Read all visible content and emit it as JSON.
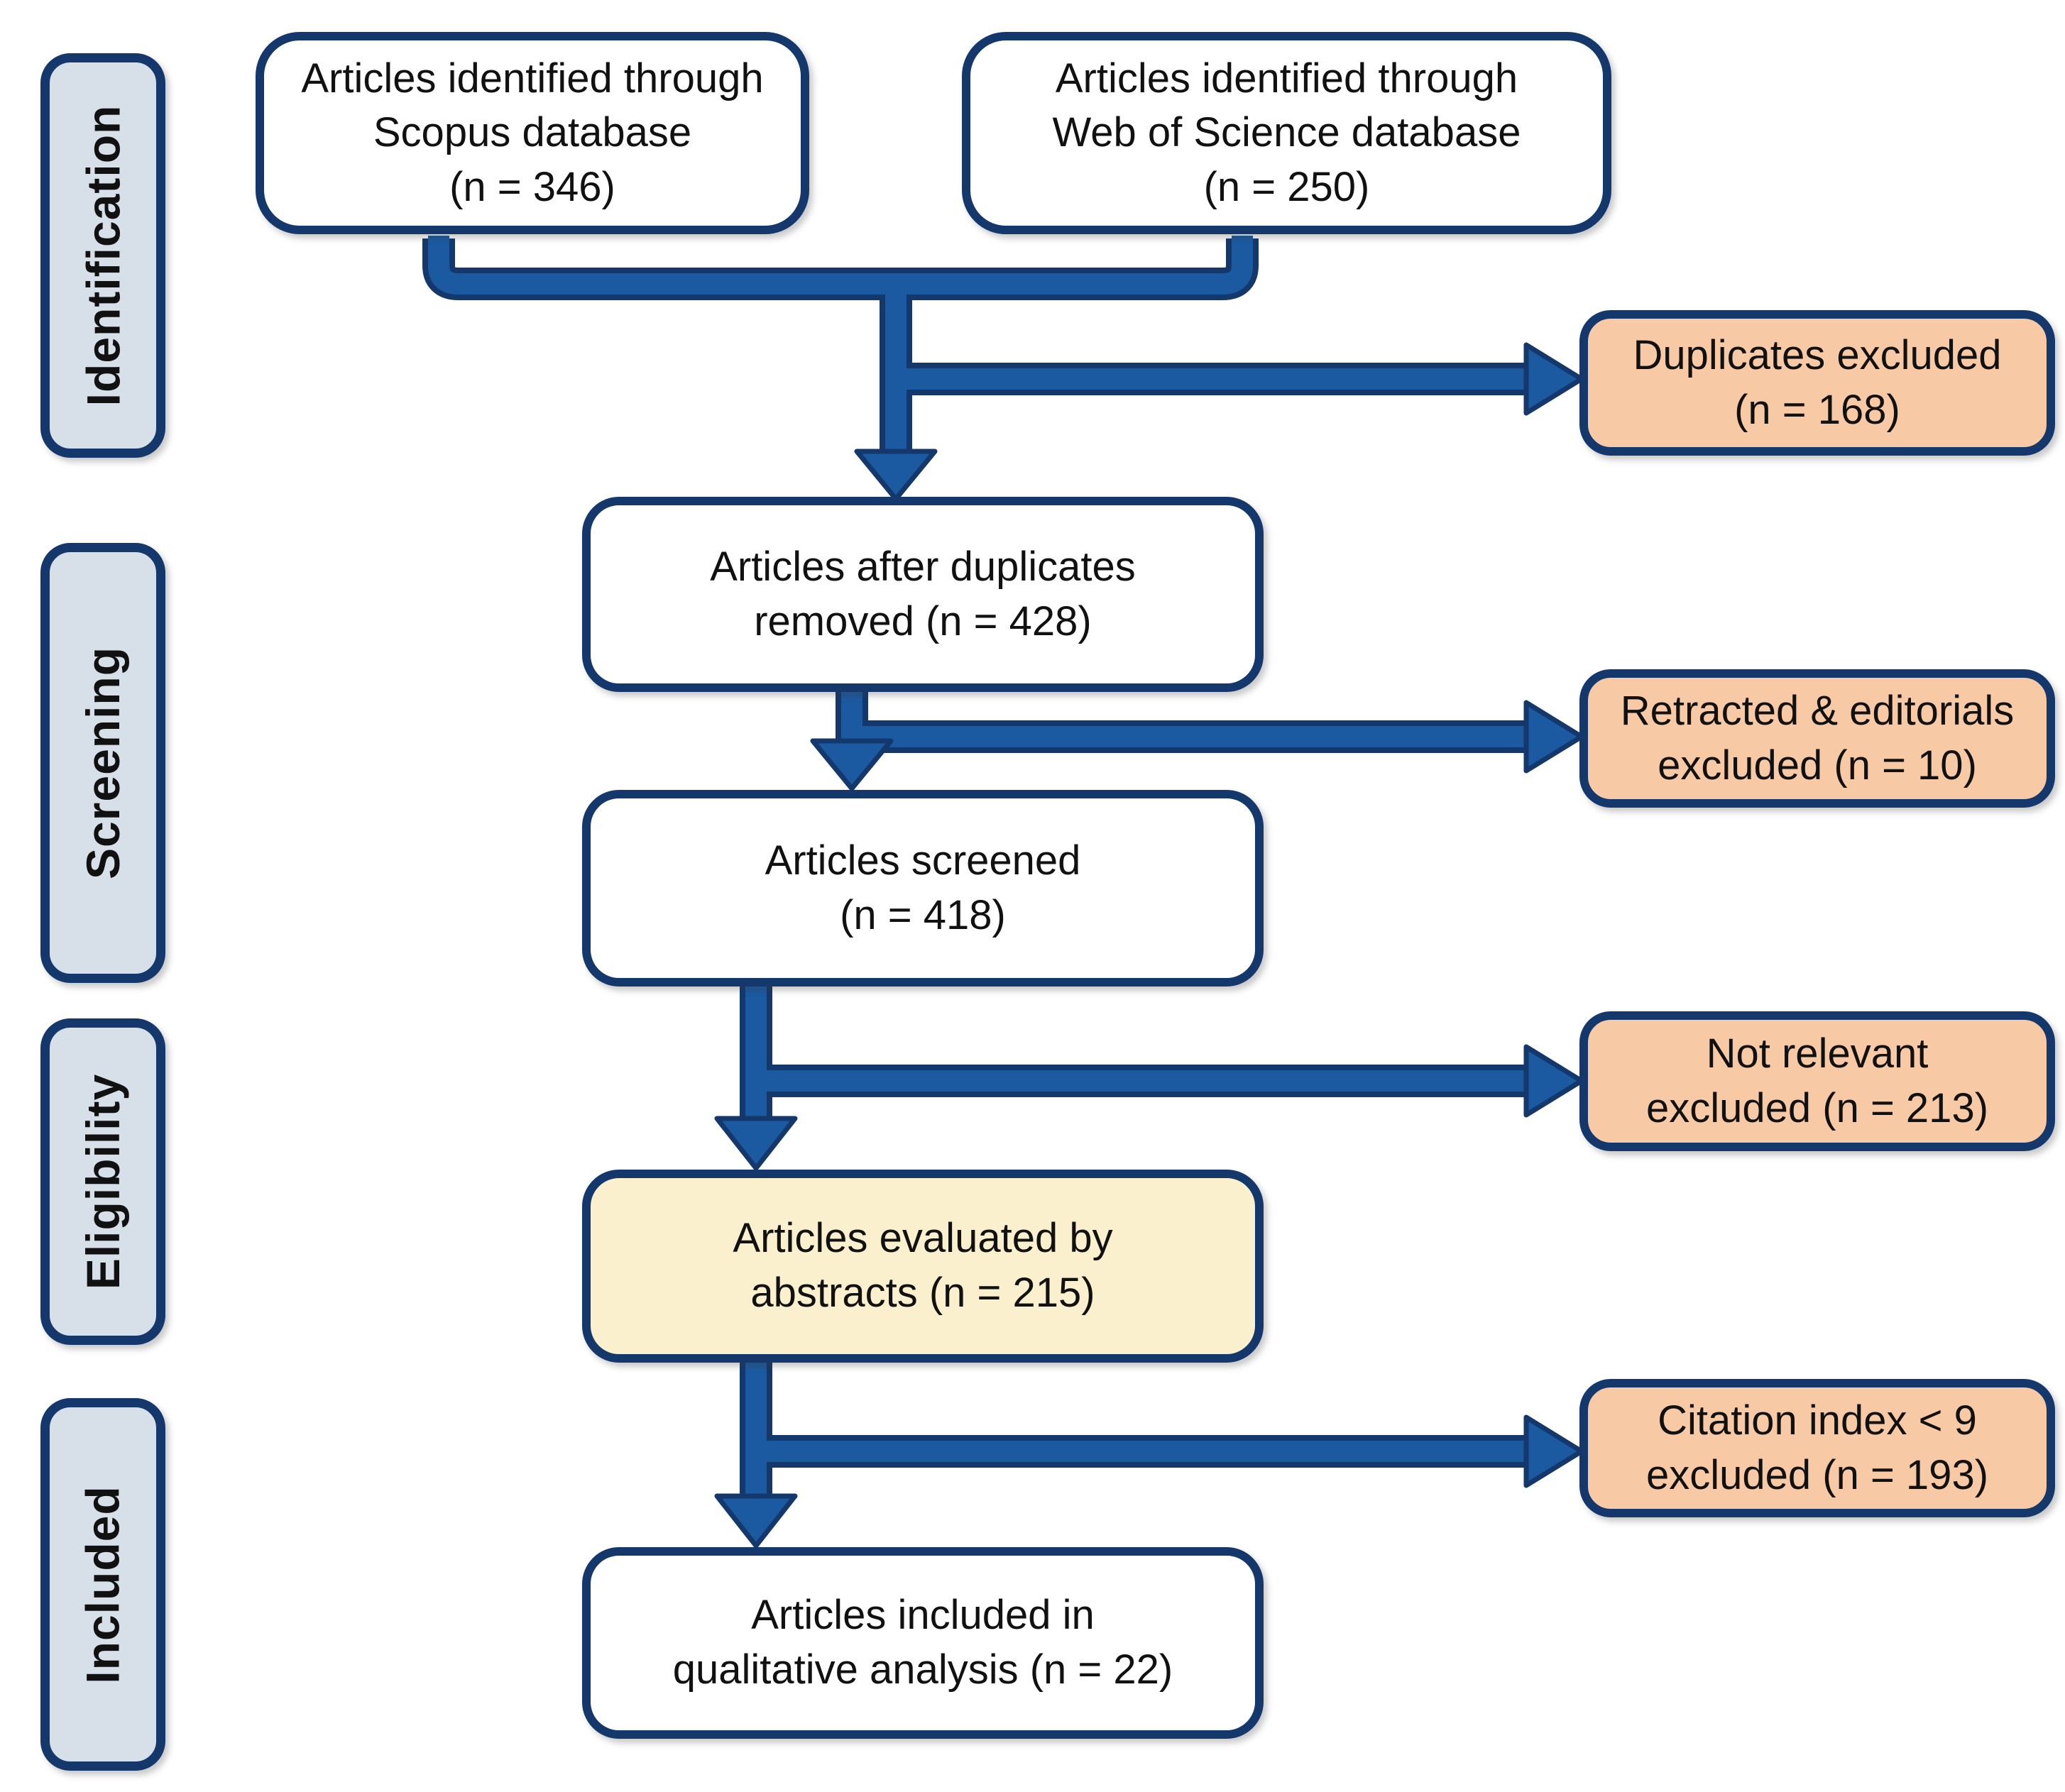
{
  "colors": {
    "border_navy": "#14386B",
    "arrow_blue": "#1B5AA0",
    "stage_fill": "#D7DFE9",
    "excluded_fill": "#F8C9A5",
    "highlight_fill": "#FBF0CE",
    "box_fill": "#FFFFFF",
    "text": "#111111"
  },
  "stages": [
    {
      "label": "Identification"
    },
    {
      "label": "Screening"
    },
    {
      "label": "Eligibility"
    },
    {
      "label": "Included"
    }
  ],
  "boxes": {
    "scopus": "Articles identified through\nScopus database\n(n = 346)",
    "wos": "Articles identified through\nWeb of Science database\n(n = 250)",
    "dedup": "Articles after duplicates\nremoved (n = 428)",
    "screened": "Articles screened\n(n = 418)",
    "abstracts": "Articles evaluated by\nabstracts (n = 215)",
    "included": "Articles included in\nqualitative analysis (n = 22)",
    "excl_duplicates": "Duplicates excluded\n(n = 168)",
    "excl_retracted": "Retracted & editorials\nexcluded (n = 10)",
    "excl_not_relevant": "Not relevant\nexcluded (n = 213)",
    "excl_citation": "Citation index < 9\nexcluded (n = 193)"
  }
}
